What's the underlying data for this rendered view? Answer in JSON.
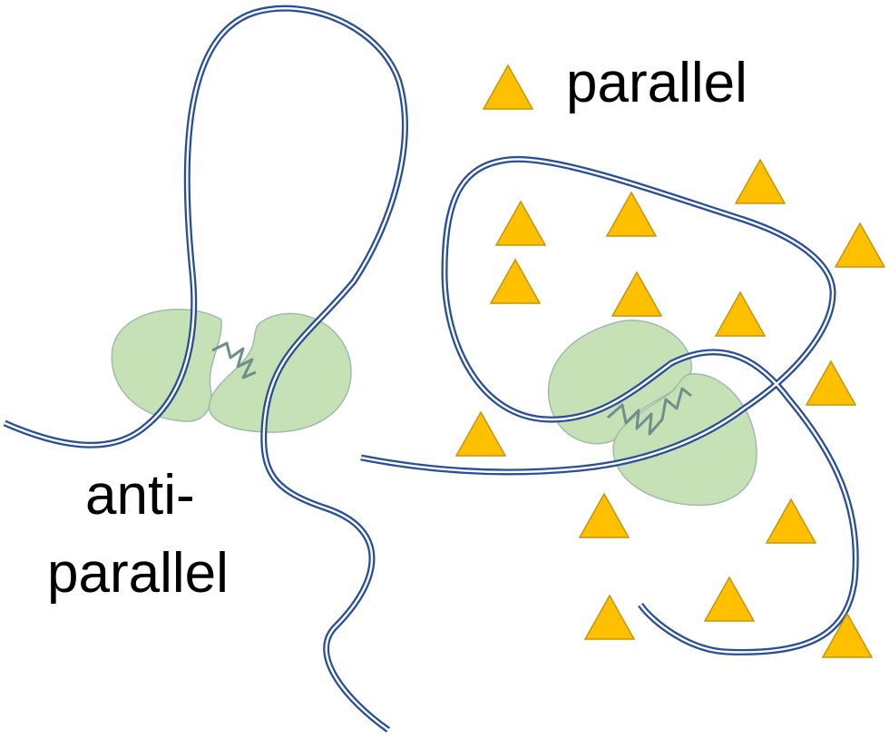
{
  "labels": {
    "parallel": "parallel",
    "antiparallel_line1": "anti-",
    "antiparallel_line2": "parallel"
  },
  "colors": {
    "strand": "#2a4f9a",
    "blob_fill": "#c5e0b4",
    "blob_stroke": "#9bb8a8",
    "triangle_fill": "#ffc000",
    "triangle_stroke": "#c8940c"
  },
  "icons": {
    "legend_marker": "triangle-icon",
    "molecule": "triangle-icon"
  }
}
